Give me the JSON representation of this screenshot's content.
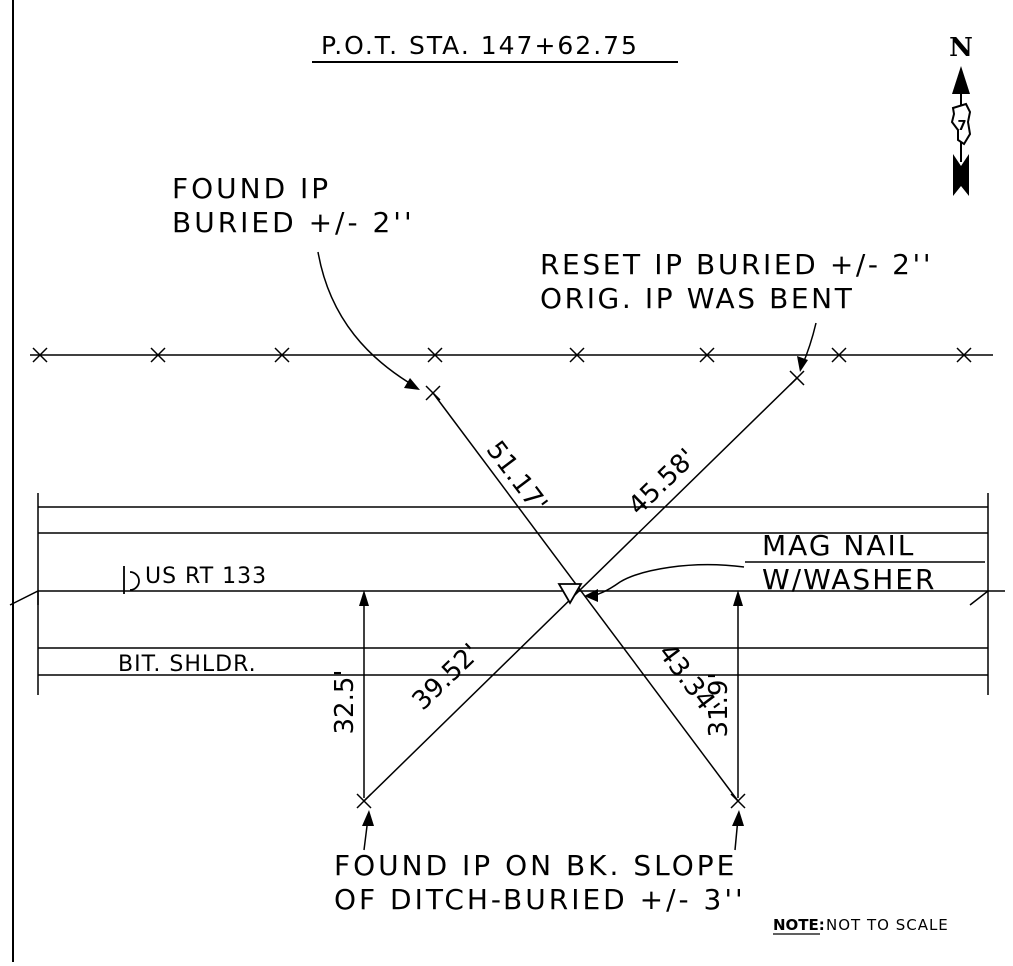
{
  "header": {
    "title": "P.O.T. STA. 147+62.75"
  },
  "north_arrow": {
    "letter": "N",
    "route_number": "7"
  },
  "labels": {
    "found_ip_top_1": "FOUND IP",
    "found_ip_top_2": "BURIED +/- 2''",
    "reset_ip_1": "RESET IP BURIED +/- 2''",
    "reset_ip_2": "ORIG. IP WAS BENT",
    "mag_nail_1": "MAG NAIL",
    "mag_nail_2": "W/WASHER",
    "centerline": "US RT 133",
    "shoulder": "BIT. SHLDR.",
    "found_ip_bottom_1": "FOUND IP ON BK. SLOPE",
    "found_ip_bottom_2": "OF DITCH-BURIED +/- 3''",
    "note_label": "NOTE:",
    "note_text": "NOT TO SCALE"
  },
  "dimensions": {
    "nw": "51.17'",
    "ne": "45.58'",
    "sw": "39.52'",
    "se": "43.34'",
    "left_offset": "32.5'",
    "right_offset": "31.9'"
  }
}
